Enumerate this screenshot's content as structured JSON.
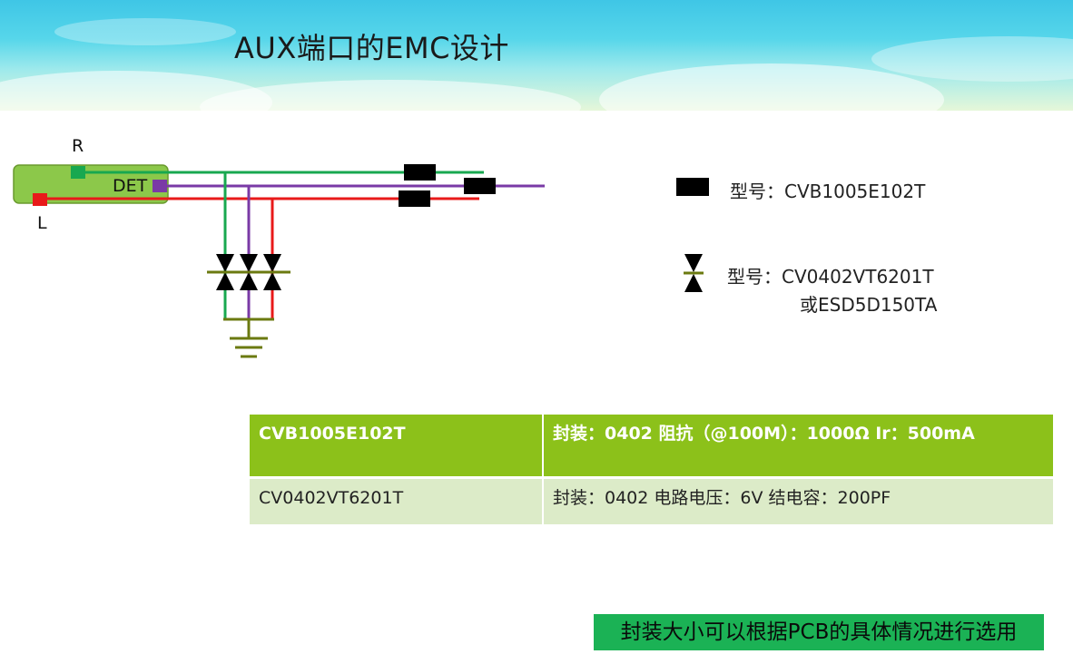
{
  "title": "AUX端口的EMC设计",
  "diagram": {
    "labels": {
      "r": "R",
      "l": "L",
      "det": "DET"
    },
    "legend": {
      "ferrite_model": "型号：CVB1005E102T",
      "tvs_model_line1": "型号：CV0402VT6201T",
      "tvs_model_line2": "或ESD5D150TA"
    },
    "colors": {
      "r_line": "#18a850",
      "det_line": "#7a3aa6",
      "l_line": "#e81a1a",
      "ground": "#6b7a10",
      "connector": "#8cc84a"
    }
  },
  "table": {
    "rows": [
      {
        "part": "CVB1005E102T",
        "spec": "封装：0402 阻抗（@100M）：1000Ω  Ir：500mA"
      },
      {
        "part": "CV0402VT6201T",
        "spec": "封装：0402 电路电压：6V 结电容：200PF"
      }
    ]
  },
  "note": "封装大小可以根据PCB的具体情况进行选用"
}
